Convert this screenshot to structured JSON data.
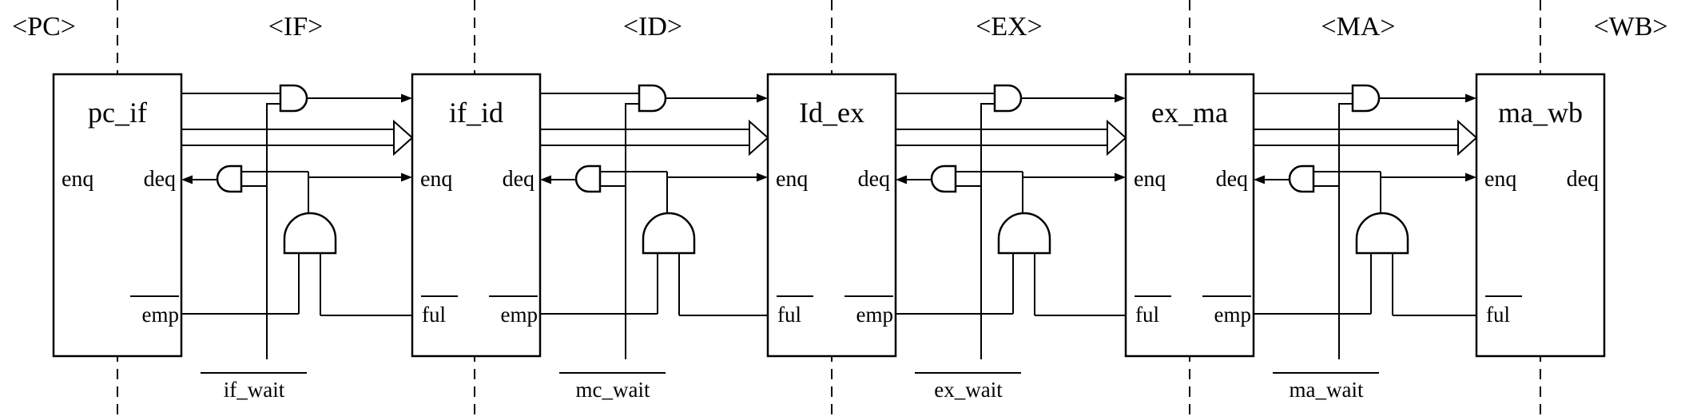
{
  "diagram": {
    "colors": {
      "background": "#ffffff",
      "line": "#000000"
    },
    "stage_labels": [
      "<PC>",
      "<IF>",
      "<ID>",
      "<EX>",
      "<MA>",
      "<WB>"
    ],
    "registers": [
      {
        "title": "pc_if",
        "enq_label": "enq",
        "deq_label": "deq",
        "emp_label": "emp"
      },
      {
        "title": "if_id",
        "enq_label": "enq",
        "deq_label": "deq",
        "ful_label": "ful",
        "emp_label": "emp"
      },
      {
        "title": "Id_ex",
        "enq_label": "enq",
        "deq_label": "deq",
        "ful_label": "ful",
        "emp_label": "emp"
      },
      {
        "title": "ex_ma",
        "enq_label": "enq",
        "deq_label": "deq",
        "ful_label": "ful",
        "emp_label": "emp"
      },
      {
        "title": "ma_wb",
        "enq_label": "enq",
        "deq_label": "deq",
        "ful_label": "ful"
      }
    ],
    "wait_signals": [
      "if_wait",
      "mc_wait",
      "ex_wait",
      "ma_wait"
    ]
  }
}
